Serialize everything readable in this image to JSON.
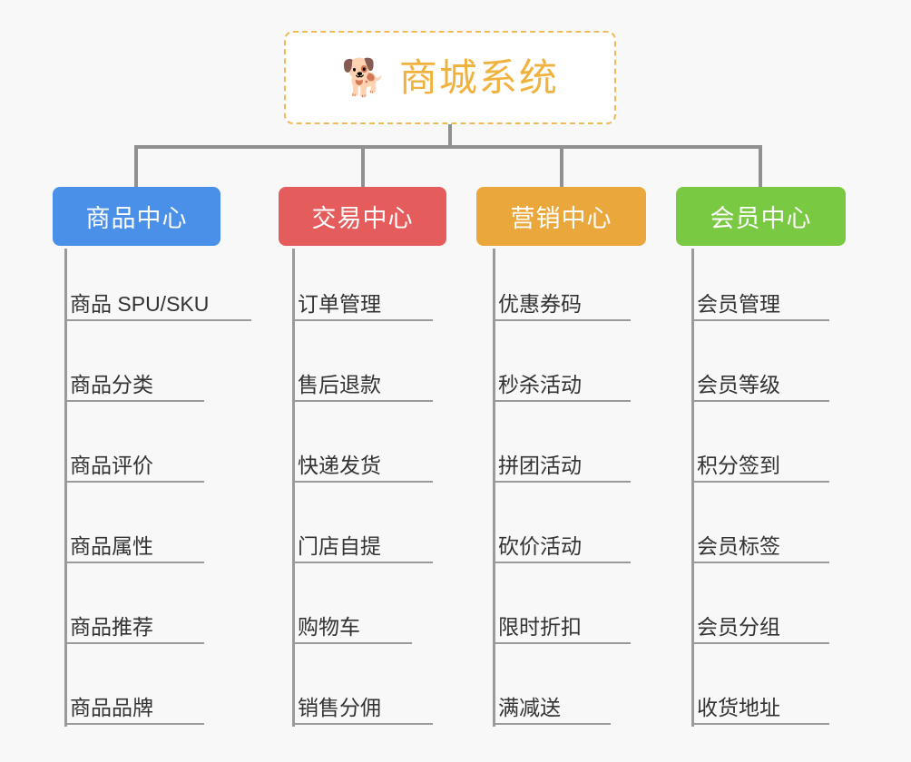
{
  "diagram": {
    "title": "商城系统",
    "root": {
      "label": "商城系统",
      "icon": "shiba-dog-face-emoji",
      "emoji": "🐕",
      "text_color": "#f0b23c",
      "border_color": "#f0b95a",
      "background": "#ffffff"
    },
    "background_color": "#f8f8f8",
    "connector_color": "#909090",
    "branches": [
      {
        "label": "商品中心",
        "color": "#4a90e8",
        "items": [
          "商品 SPU/SKU",
          "商品分类",
          "商品评价",
          "商品属性",
          "商品推荐",
          "商品品牌"
        ]
      },
      {
        "label": "交易中心",
        "color": "#e45c5c",
        "items": [
          "订单管理",
          "售后退款",
          "快递发货",
          "门店自提",
          "购物车",
          "销售分佣"
        ]
      },
      {
        "label": "营销中心",
        "color": "#eaa73c",
        "items": [
          "优惠券码",
          "秒杀活动",
          "拼团活动",
          "砍价活动",
          "限时折扣",
          "满减送"
        ]
      },
      {
        "label": "会员中心",
        "color": "#7ac943",
        "items": [
          "会员管理",
          "会员等级",
          "积分签到",
          "会员标签",
          "会员分组",
          "收货地址"
        ]
      }
    ]
  }
}
